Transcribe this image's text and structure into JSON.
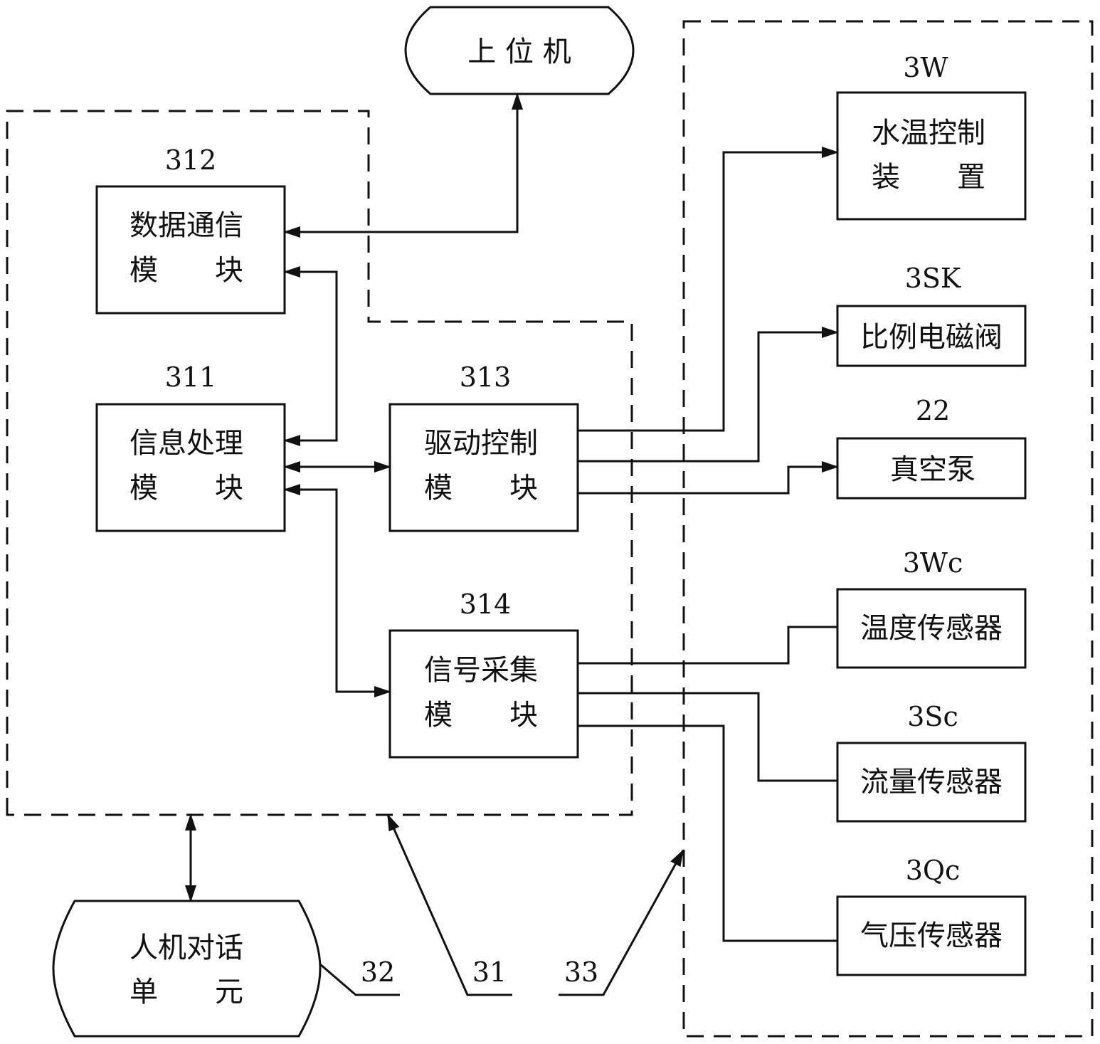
{
  "upper_computer": {
    "label": "上 位 机"
  },
  "hmi_unit": {
    "line1": "人机对话",
    "line2": "单　　元"
  },
  "modules": {
    "m312": {
      "id": "312",
      "line1": "数据通信",
      "line2": "模　　块"
    },
    "m311": {
      "id": "311",
      "line1": "信息处理",
      "line2": "模　　块"
    },
    "m313": {
      "id": "313",
      "line1": "驱动控制",
      "line2": "模　　块"
    },
    "m314": {
      "id": "314",
      "line1": "信号采集",
      "line2": "模　　块"
    }
  },
  "devices": {
    "water_temp": {
      "id": "3W",
      "line1": "水温控制",
      "line2": "装　　置"
    },
    "prop_valve": {
      "id": "3SK",
      "label": "比例电磁阀"
    },
    "vacuum_pump": {
      "id": "22",
      "label": "真空泵"
    },
    "temp_sensor": {
      "id": "3Wc",
      "label": "温度传感器"
    },
    "flow_sensor": {
      "id": "3Sc",
      "label": "流量传感器"
    },
    "pressure_sensor": {
      "id": "3Qc",
      "label": "气压传感器"
    }
  },
  "callouts": {
    "c32": "32",
    "c31": "31",
    "c33": "33"
  }
}
